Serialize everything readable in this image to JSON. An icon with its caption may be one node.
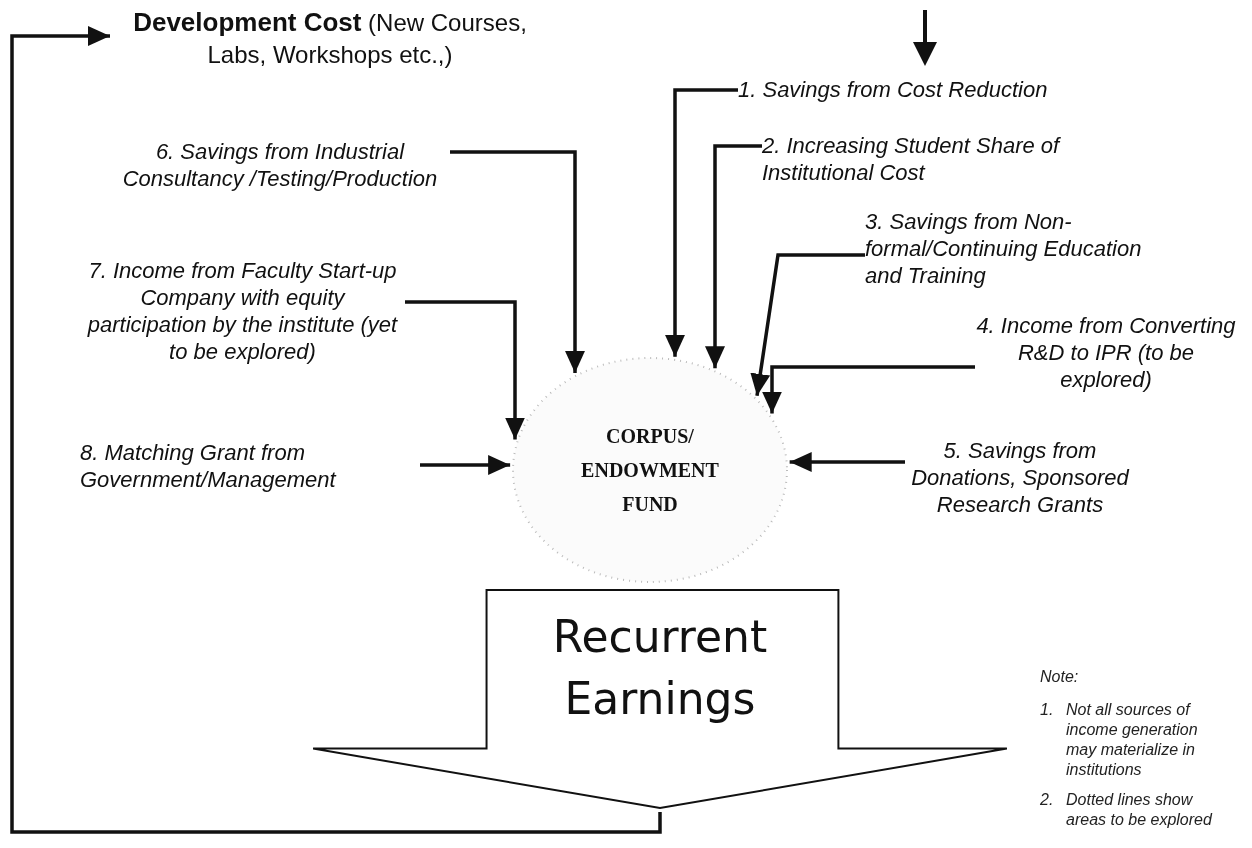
{
  "diagram": {
    "nodes": [
      {
        "text": [
          "**Development Cost** (New Courses, Labs, Workshops etc.,)"
        ]
      },
      {
        "text": [
          "1. Savings from Cost Reduction"
        ]
      },
      {
        "text": [
          "2. Increasing Student Share of Institutional Cost"
        ]
      },
      {
        "text": [
          "3. Savings from Non-formal/Continuing Education and Training"
        ]
      },
      {
        "text": [
          "4. Income from Converting R&D to IPR (to be explored)"
        ]
      },
      {
        "text": [
          "5. Savings from Donations, Sponsored Research Grants"
        ]
      },
      {
        "text": [
          "6. Savings from Industrial Consultancy /Testing/Production"
        ]
      },
      {
        "text": [
          "7. Income from Faculty Start-up Company with equity participation by the institute (yet to be explored)"
        ]
      },
      {
        "text": [
          "8. Matching Grant from Government/Management"
        ]
      },
      {
        "text": [
          "CORPUS/ ENDOWMENT FUND"
        ]
      },
      {
        "text": [
          "Recurrent Earnings"
        ]
      }
    ],
    "edges": [
      {
        "from": 1,
        "to": 9,
        "arrow": "to"
      },
      {
        "from": 2,
        "to": 9,
        "arrow": "to"
      },
      {
        "from": 3,
        "to": 9,
        "arrow": "to"
      },
      {
        "from": 4,
        "to": 9,
        "arrow": "to"
      },
      {
        "from": 5,
        "to": 9,
        "arrow": "to"
      },
      {
        "from": 6,
        "to": 9,
        "arrow": "to"
      },
      {
        "from": 7,
        "to": 9,
        "arrow": "to"
      },
      {
        "from": 8,
        "to": 9,
        "arrow": "to"
      },
      {
        "from": 10,
        "to": 0,
        "arrow": "to"
      }
    ],
    "labels": [
      "Note:",
      "1.",
      "Not all sources of income generation may materialize in institutions",
      "2.",
      "Dotted lines show areas to be explored"
    ]
  }
}
